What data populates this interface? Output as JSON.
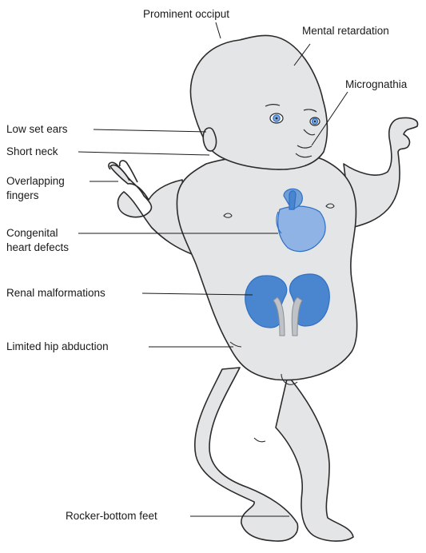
{
  "labels": {
    "prominent_occiput": "Prominent occiput",
    "mental_retardation": "Mental retardation",
    "micrognathia": "Micrognathia",
    "low_set_ears": "Low set ears",
    "short_neck": "Short neck",
    "overlapping_fingers": [
      "Overlapping",
      "fingers"
    ],
    "congenital_heart_defects": [
      "Congenital",
      "heart defects"
    ],
    "renal_malformations": "Renal malformations",
    "limited_hip_abduction": "Limited hip abduction",
    "rocker_bottom_feet": "Rocker-bottom feet"
  },
  "colors": {
    "skin": "#e4e5e7",
    "outline": "#2b2b2b",
    "organ_blue": "#6f9fd8",
    "organ_dark_blue": "#2f6fc4",
    "ureter_gray": "#bfc3c7",
    "leader": "#1a1a1a",
    "text": "#1a1a1a"
  }
}
